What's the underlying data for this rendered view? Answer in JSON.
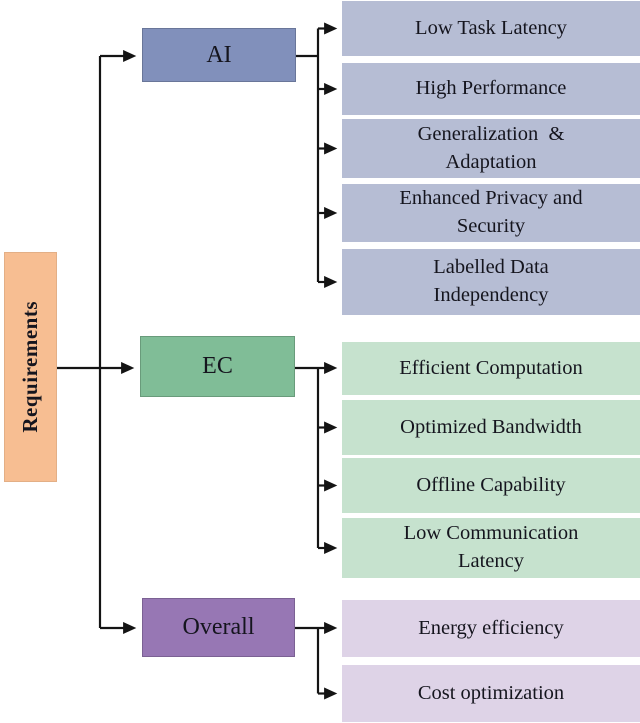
{
  "diagram": {
    "root": {
      "label": "Requirements",
      "color": "#F7BE92"
    },
    "groups": [
      {
        "label": "AI",
        "color": "#8190BB",
        "leaf_color": "#B6BDD4",
        "items": [
          {
            "label": "Low Task Latency"
          },
          {
            "label": "High Performance"
          },
          {
            "label": "Generalization  &\nAdaptation"
          },
          {
            "label": "Enhanced Privacy and\nSecurity"
          },
          {
            "label": "Labelled Data\nIndependency"
          }
        ]
      },
      {
        "label": "EC",
        "color": "#80BD97",
        "leaf_color": "#C6E2CE",
        "items": [
          {
            "label": "Efficient Computation"
          },
          {
            "label": "Optimized Bandwidth"
          },
          {
            "label": "Offline Capability"
          },
          {
            "label": "Low Communication\nLatency"
          }
        ]
      },
      {
        "label": "Overall",
        "color": "#9777B4",
        "leaf_color": "#DED3E7",
        "items": [
          {
            "label": "Energy efficiency"
          },
          {
            "label": "Cost optimization"
          }
        ]
      }
    ],
    "line_color": "#141414"
  }
}
